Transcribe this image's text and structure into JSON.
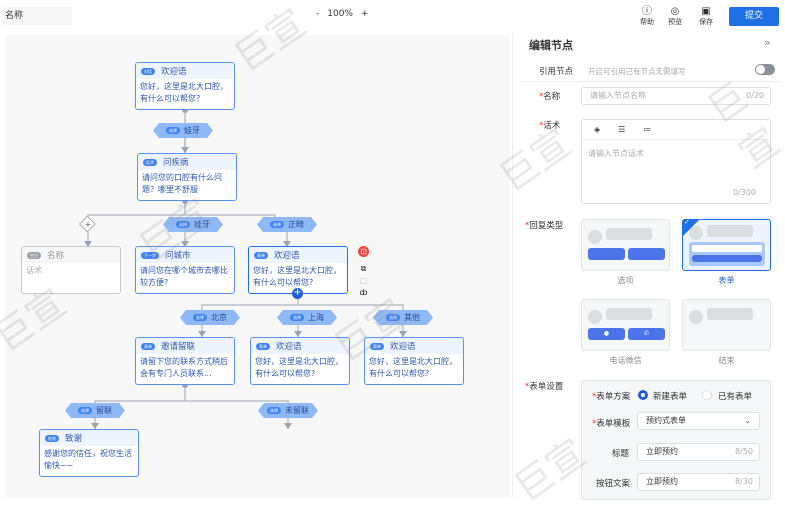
{
  "toolbar": {
    "name_value": "名称",
    "zoom_out": "-",
    "zoom_level": "100%",
    "zoom_in": "+",
    "help": "帮助",
    "preview": "预览",
    "save": "保存",
    "submit": "提交"
  },
  "nodes": [
    {
      "tag": "对话",
      "title": "欢迎语",
      "text": "您好，这里是北大口腔，有什么可以帮您?"
    },
    {
      "tag": "话术",
      "title": "问疾病",
      "text": "请问您的口腔有什么问题？哪里不舒服"
    },
    {
      "tag": "空白",
      "title": "名称",
      "text": "话术"
    },
    {
      "tag": "下一步",
      "title": "问城市",
      "text": "请问您在哪个城市去哪比较方便?"
    },
    {
      "tag": "表单",
      "title": "欢迎语",
      "text": "您好，这里是北大口腔，有什么可以帮您?"
    },
    {
      "tag": "表单",
      "title": "邀请留联",
      "text": "请留下您的联系方式稍后会有专门人员联系..."
    },
    {
      "tag": "表单",
      "title": "欢迎语",
      "text": "您好，这里是北大口腔，有什么可以帮您?"
    },
    {
      "tag": "表单",
      "title": "欢迎语",
      "text": "您好，这里是北大口腔，有什么可以帮您?"
    },
    {
      "tag": "结束",
      "title": "致谢",
      "text": "感谢您的信任，祝您生活愉快~~"
    }
  ],
  "branches": [
    {
      "tag": "选择",
      "label": "娃牙"
    },
    {
      "tag": "选择",
      "label": "娃牙"
    },
    {
      "tag": "选择",
      "label": "正畸"
    },
    {
      "tag": "选择",
      "label": "北京"
    },
    {
      "tag": "选择",
      "label": "上海"
    },
    {
      "tag": "选择",
      "label": "其他"
    },
    {
      "tag": "选择",
      "label": "留联"
    },
    {
      "tag": "选择",
      "label": "未留联"
    }
  ],
  "panel": {
    "title": "编辑节点",
    "collapse": "»",
    "ref_label": "引用节点",
    "ref_hint": "开启可引用已有节点无需填写",
    "ref_enabled": false,
    "name_label": "名称",
    "name_placeholder": "请输入节点名称",
    "name_count": "0/20",
    "script_label": "话术",
    "script_placeholder": "请输入节点话术",
    "script_count": "0/300",
    "reply_label": "回复类型",
    "reply_types": [
      {
        "label": "选项"
      },
      {
        "label": "表单",
        "selected": true
      },
      {
        "label": "电话微信"
      },
      {
        "label": "结束"
      }
    ],
    "form_label": "表单设置",
    "scheme_label": "表单方案",
    "scheme_new": "新建表单",
    "scheme_existing": "已有表单",
    "scheme_selected": "新建表单",
    "template_label": "表单模板",
    "template_value": "预约式表单",
    "title_label": "标题",
    "title_value": "立即预约",
    "title_count": "8/50",
    "button_label": "按钮文案",
    "button_value": "立即预约",
    "button_count": "8/30"
  },
  "watermark": "巨宣",
  "colors": {
    "accent": "#1f6fe5",
    "branch": "#8fb8f7",
    "danger": "#f0453a"
  }
}
